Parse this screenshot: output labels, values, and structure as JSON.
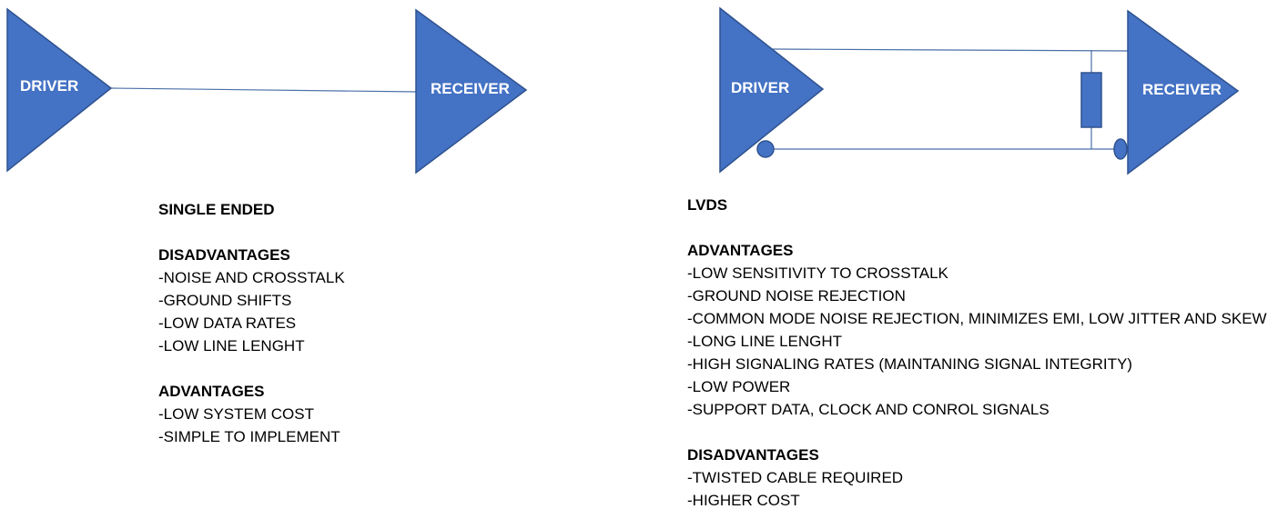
{
  "colors": {
    "shape_fill": "#4472c4",
    "shape_stroke": "#2f528f",
    "wire": "#4a6fa8",
    "label_text": "#ffffff",
    "body_text": "#000000"
  },
  "single_ended": {
    "driver_label": "DRIVER",
    "receiver_label": "RECEIVER",
    "title": "SINGLE ENDED",
    "disadvantages_heading": "DISADVANTAGES",
    "disadvantages": [
      "-NOISE AND CROSSTALK",
      "-GROUND SHIFTS",
      "-LOW DATA RATES",
      "-LOW LINE LENGHT"
    ],
    "advantages_heading": "ADVANTAGES",
    "advantages": [
      "-LOW SYSTEM COST",
      "-SIMPLE TO IMPLEMENT"
    ]
  },
  "lvds": {
    "driver_label": "DRIVER",
    "receiver_label": "RECEIVER",
    "title": "LVDS",
    "advantages_heading": "ADVANTAGES",
    "advantages": [
      "-LOW SENSITIVITY TO CROSSTALK",
      "-GROUND NOISE REJECTION",
      "-COMMON MODE NOISE REJECTION, MINIMIZES EMI, LOW JITTER AND SKEW",
      "-LONG LINE LENGHT",
      "-HIGH SIGNALING RATES (MAINTANING SIGNAL INTEGRITY)",
      "-LOW POWER",
      "-SUPPORT DATA, CLOCK AND CONROL SIGNALS"
    ],
    "disadvantages_heading": "DISADVANTAGES",
    "disadvantages": [
      "-TWISTED CABLE REQUIRED",
      "-HIGHER COST"
    ]
  }
}
